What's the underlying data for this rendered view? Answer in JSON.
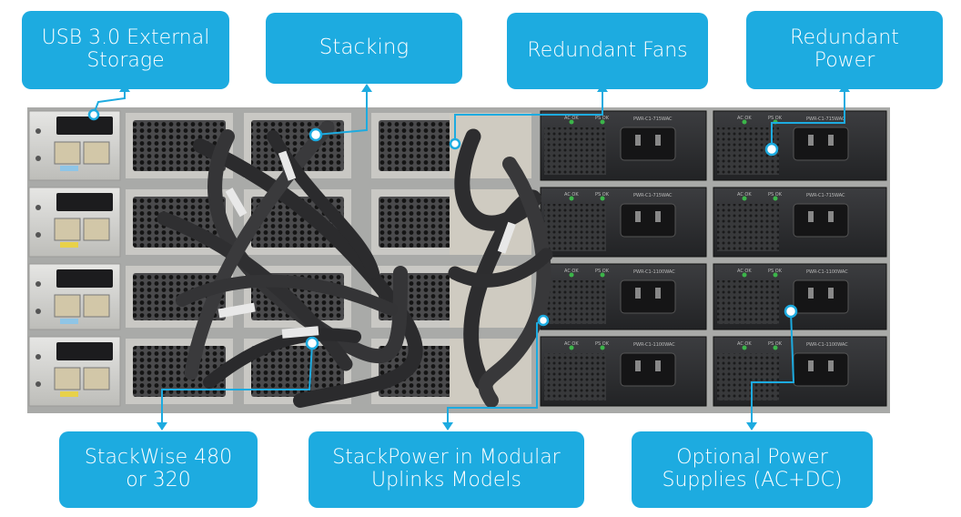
{
  "colors": {
    "callout_bg": "#1dabe0",
    "callout_text": "#ffffff",
    "leader_line": "#1dabe0",
    "chassis_light": "#d8d8d6",
    "power_supply": "#2e2f31",
    "cable": "#3a3a3c"
  },
  "callouts": {
    "usb": {
      "line1": "USB 3.0 External",
      "line2": "Storage"
    },
    "stacking": {
      "line1": "Stacking"
    },
    "fans": {
      "line1": "Redundant Fans"
    },
    "power": {
      "line1": "Redundant",
      "line2": "Power"
    },
    "stackwise": {
      "line1": "StackWise 480",
      "line2": "or 320"
    },
    "stackpower": {
      "line1": "StackPower in Modular",
      "line2": "Uplinks Models"
    },
    "optional_power": {
      "line1": "Optional Power",
      "line2": "Supplies (AC+DC)"
    }
  },
  "photo": {
    "subject": "four stacked network switches, rear view with stacking and power cables",
    "psu_labels": {
      "ac_ok": "AC OK",
      "ps_ok": "PS OK",
      "model_715": "PWR-C1-715WAC",
      "model_1100": "PWR-C1-1100WAC"
    }
  }
}
